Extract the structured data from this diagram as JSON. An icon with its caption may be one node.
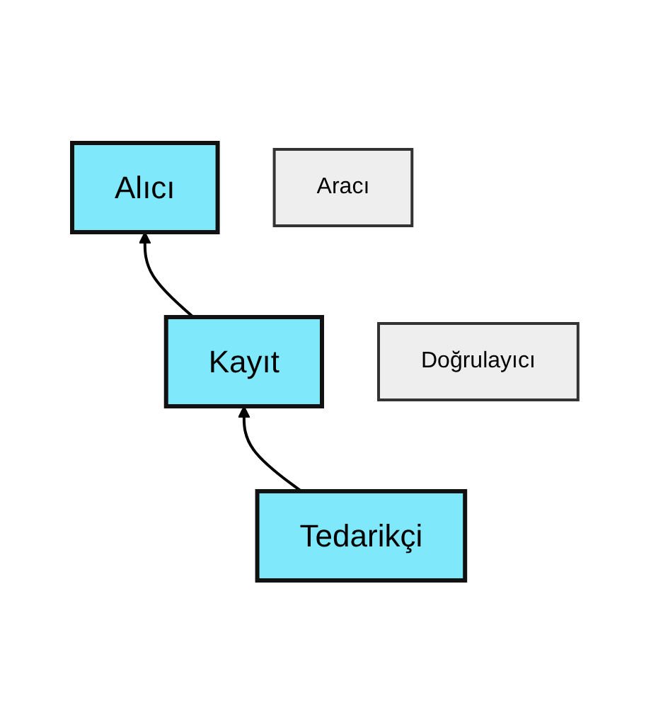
{
  "diagram": {
    "nodes": [
      {
        "text": [
          "Alıcı"
        ]
      },
      {
        "text": [
          "Aracı"
        ]
      },
      {
        "text": [
          "Kayıt"
        ]
      },
      {
        "text": [
          "Doğrulayıcı"
        ]
      },
      {
        "text": [
          "Tedarikçi"
        ]
      }
    ],
    "edges": [
      {
        "from": 4,
        "to": 2,
        "arrow": "to"
      },
      {
        "from": 2,
        "to": 0,
        "arrow": "to"
      }
    ]
  }
}
